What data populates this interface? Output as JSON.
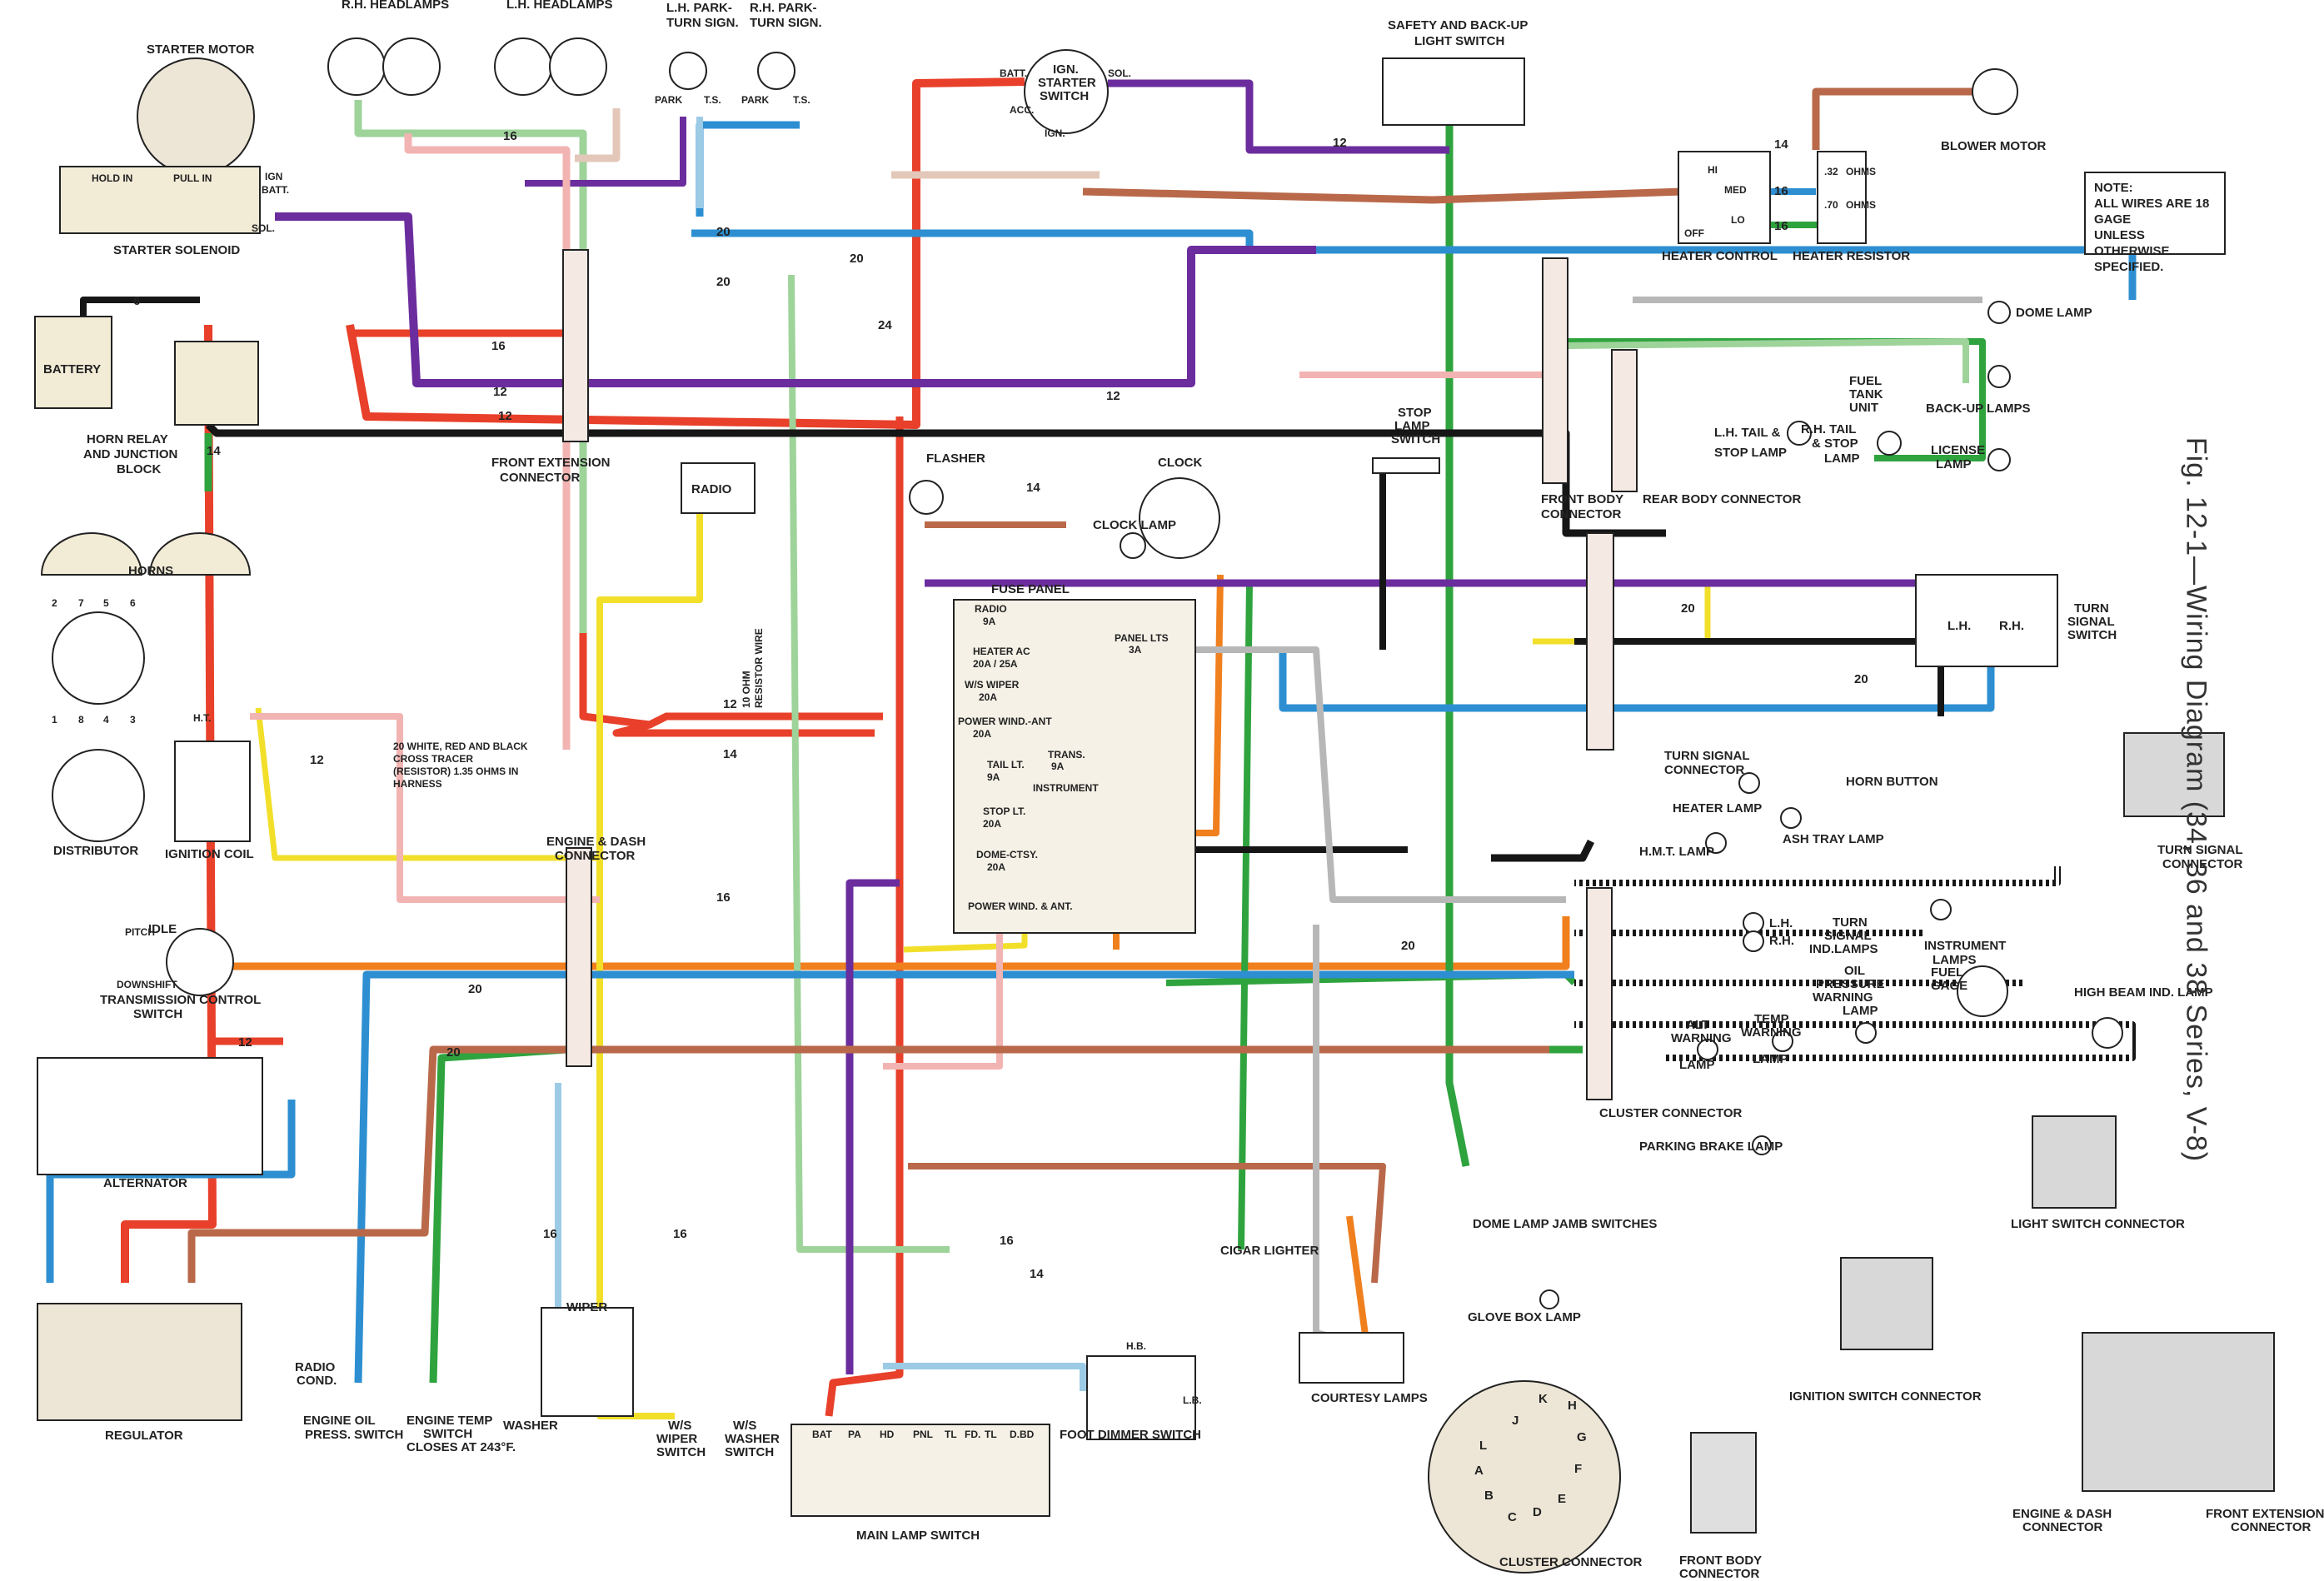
{
  "figure": {
    "title": "Fig. 12-1—Wiring Diagram (34, 36 and 38 Series, V-8)",
    "note": [
      "NOTE:",
      "ALL WIRES ARE 18 GAGE",
      "UNLESS OTHERWISE",
      "SPECIFIED."
    ]
  },
  "colors": {
    "red": "#e8402a",
    "orange": "#f07f1e",
    "yellow": "#f2df2a",
    "green": "#2fa33e",
    "lightgreen": "#9ed39a",
    "blue": "#2d8fd1",
    "lightblue": "#9ccbe6",
    "purple": "#6b2d9e",
    "pink": "#f2b4b2",
    "brown": "#b9694a",
    "black": "#161616",
    "gray": "#b7b7b7",
    "tan": "#e3c8b9"
  },
  "components": {
    "rh_headlamps": "R.H. HEADLAMPS",
    "lh_headlamps": "L.H. HEADLAMPS",
    "lh_park_turn": [
      "L.H. PARK-",
      "TURN SIGN."
    ],
    "rh_park_turn": [
      "R.H. PARK-",
      "TURN SIGN."
    ],
    "park": "PARK",
    "ts": "T.S.",
    "ign_switch": [
      "IGN.",
      "STARTER",
      "SWITCH"
    ],
    "ign_batt": "BATT.",
    "ign_sol": "SOL.",
    "ign_acc": "ACC.",
    "ign_ign": "IGN.",
    "safety_switch": [
      "SAFETY AND BACK-UP",
      "LIGHT SWITCH"
    ],
    "blower_motor": "BLOWER MOTOR",
    "heater_control": "HEATER CONTROL",
    "heater_resistor": "HEATER RESISTOR",
    "hc_hi": "HI",
    "hc_med": "MED",
    "hc_lo": "LO",
    "hc_off": "OFF",
    "hr_ohms": [
      "OHMS",
      "OHMS"
    ],
    "hr_vals": [
      ".32",
      ".70"
    ],
    "starter_motor": "STARTER MOTOR",
    "starter_solenoid": "STARTER SOLENOID",
    "hold_in": "HOLD IN",
    "pull_in": "PULL IN",
    "sol_ign": "IGN",
    "sol_batt": "BATT.",
    "sol_sol": "SOL.",
    "battery": "BATTERY",
    "horn_relay": [
      "HORN RELAY",
      "AND JUNCTION",
      "BLOCK"
    ],
    "horns": "HORNS",
    "front_ext_conn": [
      "FRONT EXTENSION",
      "CONNECTOR"
    ],
    "radio": "RADIO",
    "flasher": "FLASHER",
    "clock": "CLOCK",
    "clock_lamp": "CLOCK LAMP",
    "fuse_panel": "FUSE PANEL",
    "fuses": [
      [
        "RADIO",
        "9A"
      ],
      [
        "HEATER AC",
        "20A / 25A"
      ],
      [
        "W/S WIPER",
        "20A"
      ],
      [
        "POWER WIND.-ANT",
        "20A"
      ],
      [
        "TAIL LT.",
        "9A"
      ],
      [
        "STOP LT.",
        "20A"
      ],
      [
        "DOME-CTSY.",
        "20A"
      ],
      [
        "POWER WIND. & ANT."
      ]
    ],
    "fuse_panel_lts": [
      "PANEL LTS",
      "3A"
    ],
    "fuse_trans": [
      "TRANS.",
      "9A"
    ],
    "fuse_instrument": "INSTRUMENT",
    "resistor_wire": [
      "10 OHM",
      "RESISTOR WIRE"
    ],
    "stop_lamp_switch": [
      "STOP",
      "LAMP",
      "SWITCH"
    ],
    "front_body_conn": [
      "FRONT BODY",
      "CONNECTOR"
    ],
    "rear_body_conn": "REAR BODY CONNECTOR",
    "dome_lamp": "DOME LAMP",
    "fuel_tank": [
      "FUEL",
      "TANK",
      "UNIT"
    ],
    "backup_lamps": "BACK-UP LAMPS",
    "lh_tail": [
      "L.H. TAIL &",
      "STOP LAMP"
    ],
    "rh_tail": [
      "R.H. TAIL",
      "& STOP",
      "LAMP"
    ],
    "license_lamp": [
      "LICENSE",
      "LAMP"
    ],
    "turn_signal_switch": [
      "TURN",
      "SIGNAL",
      "SWITCH"
    ],
    "ts_lh": "L.H.",
    "ts_rh": "R.H.",
    "turn_signal_conn": [
      "TURN SIGNAL",
      "CONNECTOR"
    ],
    "horn_button": "HORN BUTTON",
    "heater_lamp": "HEATER LAMP",
    "hmt_lamp": "H.M.T. LAMP",
    "ash_tray_lamp": "ASH TRAY LAMP",
    "lh_rh_turn": [
      "L.H.",
      "R.H.",
      "TURN",
      "SIGNAL",
      "IND.LAMPS"
    ],
    "instrument_lamps": [
      "INSTRUMENT",
      "LAMPS"
    ],
    "alt_lamp": [
      "ALT",
      "WARNING",
      "LAMP"
    ],
    "temp_lamp": [
      "TEMP",
      "WARNING",
      "LAMP"
    ],
    "oil_lamp": [
      "OIL",
      "PRESSURE",
      "WARNING",
      "LAMP"
    ],
    "fuel_gage": [
      "FUEL",
      "GAGE"
    ],
    "high_beam": "HIGH BEAM IND. LAMP",
    "cluster_conn": "CLUSTER CONNECTOR",
    "parking_brake": "PARKING BRAKE LAMP",
    "light_switch_conn": "LIGHT SWITCH CONNECTOR",
    "cigar_lighter": "CIGAR LIGHTER",
    "dome_jamb": "DOME LAMP JAMB SWITCHES",
    "glove_box": "GLOVE BOX LAMP",
    "courtesy_lamps": "COURTESY LAMPS",
    "ignition_switch_conn": "IGNITION SWITCH CONNECTOR",
    "engine_dash_conn": [
      "ENGINE & DASH",
      "CONNECTOR"
    ],
    "front_ext_conn2": [
      "FRONT EXTENSION",
      "CONNECTOR"
    ],
    "front_body_conn2": [
      "FRONT BODY",
      "CONNECTOR"
    ],
    "cluster_conn2": "CLUSTER CONNECTOR",
    "cluster_letters": [
      "K",
      "H",
      "G",
      "F",
      "E",
      "D",
      "C",
      "B",
      "A",
      "L",
      "J"
    ],
    "distributor": "DISTRIBUTOR",
    "dist_numbers": [
      "2",
      "7",
      "5",
      "6",
      "1",
      "8",
      "4",
      "3"
    ],
    "ignition_coil": "IGNITION COIL",
    "coil_ht": "H.T.",
    "cross_tracer": [
      "20 WHITE, RED AND BLACK",
      "CROSS TRACER",
      "(RESISTOR) 1.35 OHMS IN",
      "HARNESS"
    ],
    "idle": "IDLE",
    "pitch": "PITCH",
    "downshift": "DOWNSHIFT",
    "trans_control": [
      "TRANSMISSION CONTROL",
      "SWITCH"
    ],
    "alternator": "ALTERNATOR",
    "regulator": "REGULATOR",
    "radio_cond": [
      "RADIO",
      "COND."
    ],
    "engine_oil_switch": [
      "ENGINE OIL",
      "PRESS. SWITCH"
    ],
    "engine_temp_switch": [
      "ENGINE TEMP",
      "SWITCH",
      "CLOSES AT 243°F."
    ],
    "washer": "WASHER",
    "wiper": "WIPER",
    "ws_wiper_switch": [
      "W/S",
      "WIPER",
      "SWITCH"
    ],
    "ws_washer_switch": [
      "W/S",
      "WASHER",
      "SWITCH"
    ],
    "main_lamp_switch": "MAIN LAMP SWITCH",
    "mls_terms": [
      "BAT",
      "PA",
      "HD",
      "PNL",
      "TL",
      "FD.",
      "TL",
      "D.BD"
    ],
    "foot_dimmer": "FOOT DIMMER SWITCH",
    "hb": "H.B.",
    "lb": "L.B.",
    "front_ext_conn_label": [
      "FRONT EXTENSION",
      "CONNECTOR"
    ],
    "engine_dash_label": [
      "ENGINE & DASH",
      "CONNECTOR"
    ]
  },
  "gauges": {
    "wire_16_a": "16",
    "wire_20_a": "20",
    "wire_20_b": "20",
    "wire_20_c": "20",
    "wire_12_a": "12",
    "wire_12_b": "12",
    "wire_12_c": "12",
    "wire_12_d": "12",
    "wire_12_e": "12",
    "wire_14_a": "14",
    "wire_14_b": "14",
    "wire_14_c": "14",
    "wire_16_b": "16",
    "wire_16_c": "16",
    "wire_16_d": "16",
    "wire_16_e": "16",
    "wire_16_f": "16",
    "wire_16_g": "16",
    "wire_20_d": "20",
    "wire_20_e": "20",
    "wire_20_f": "20",
    "wire_20_g": "20",
    "wire_24": "24",
    "wire_12_f": "12",
    "wire_14_d": "14",
    "wire_16_h": "16",
    "wire_6": "6",
    "wire_14_e": "14"
  }
}
